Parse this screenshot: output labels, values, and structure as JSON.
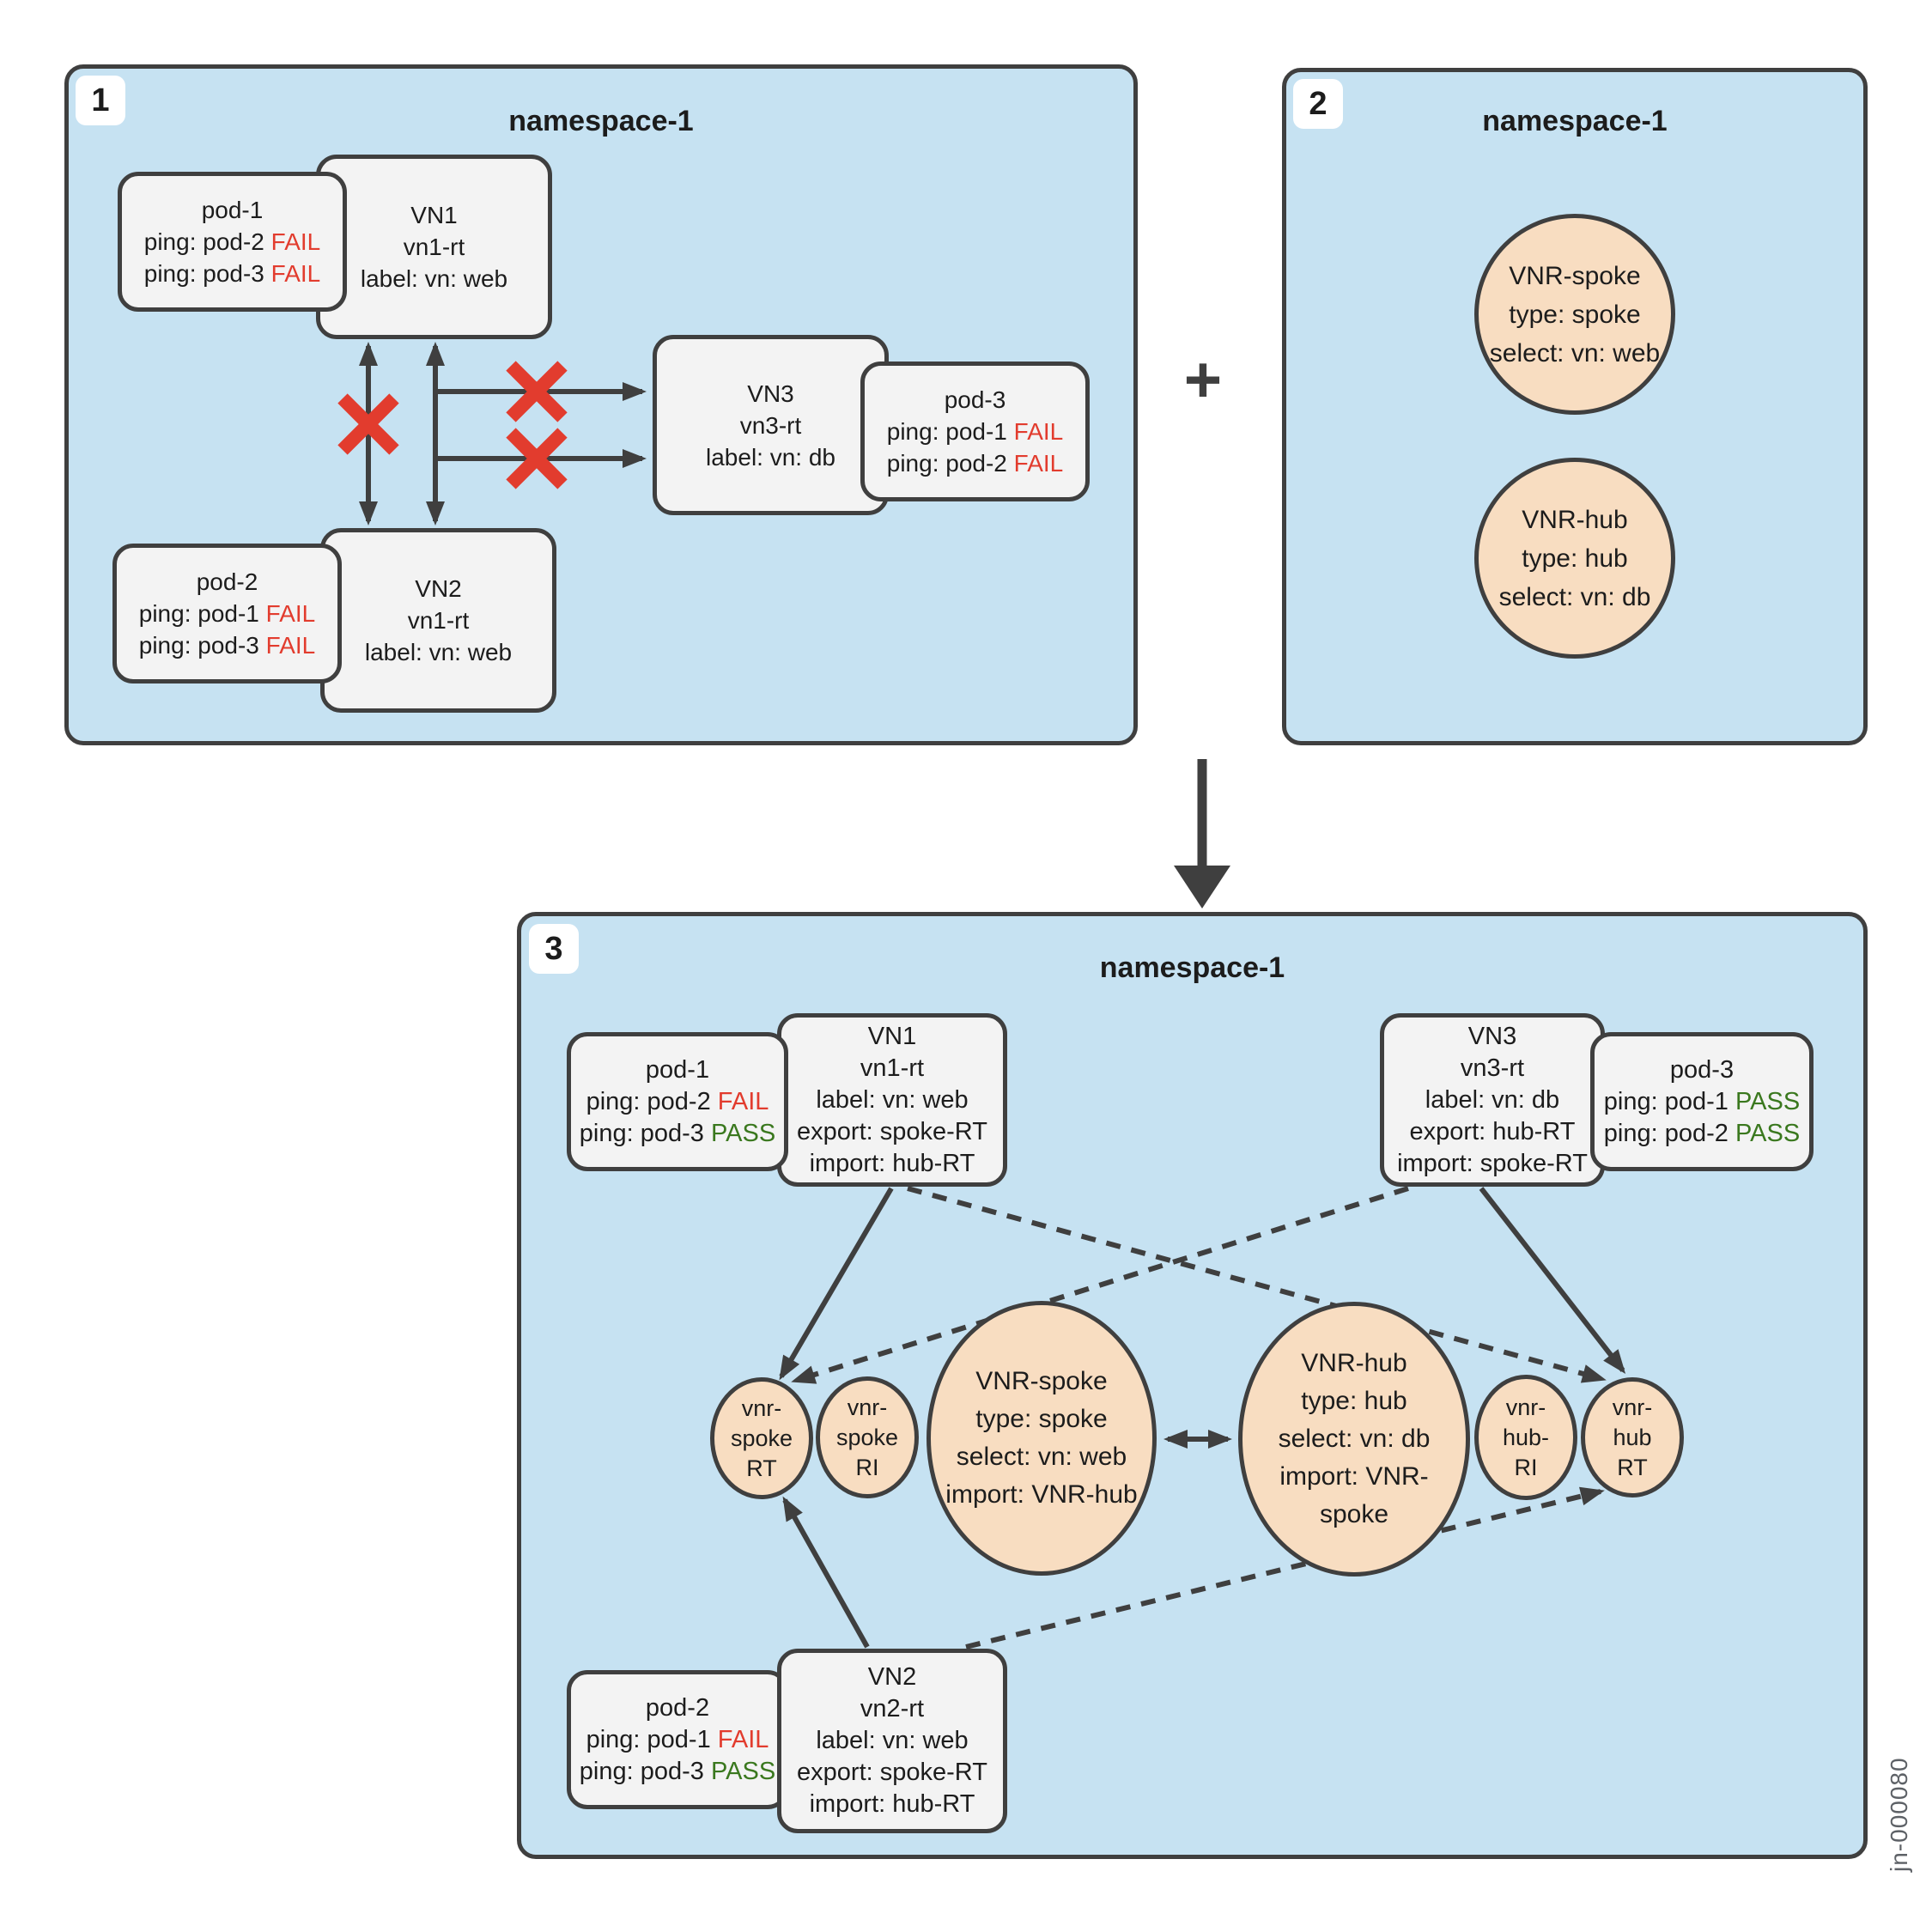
{
  "diagram": {
    "plus": "+",
    "watermark": "jn-000080"
  },
  "colors": {
    "panel_fill": "#c6e2f2",
    "panel_border": "#3f3f3f",
    "node_fill": "#f3f3f3",
    "circle_fill": "#f8ddc1",
    "fail_red": "#e23c2e",
    "pass_green": "#3a781e",
    "connector_gray": "#3f3f3f"
  },
  "panel1": {
    "badge": "1",
    "title": "namespace-1",
    "pod1": {
      "lines": [
        "pod-1",
        {
          "pre": "ping: pod-2",
          "status": "FAIL"
        },
        {
          "pre": "ping: pod-3",
          "status": "FAIL"
        }
      ]
    },
    "vn1": {
      "lines": [
        "VN1",
        "vn1-rt",
        "label: vn: web"
      ]
    },
    "pod2": {
      "lines": [
        "pod-2",
        {
          "pre": "ping: pod-1",
          "status": "FAIL"
        },
        {
          "pre": "ping: pod-3",
          "status": "FAIL"
        }
      ]
    },
    "vn2": {
      "lines": [
        "VN2",
        "vn1-rt",
        "label: vn: web"
      ]
    },
    "vn3": {
      "lines": [
        "VN3",
        "vn3-rt",
        "label: vn: db"
      ]
    },
    "pod3": {
      "lines": [
        "pod-3",
        {
          "pre": "ping: pod-1",
          "status": "FAIL"
        },
        {
          "pre": "ping: pod-2",
          "status": "FAIL"
        }
      ]
    }
  },
  "panel2": {
    "badge": "2",
    "title": "namespace-1",
    "vnr_spoke": {
      "lines": [
        "VNR-spoke",
        "type: spoke",
        "select: vn: web"
      ]
    },
    "vnr_hub": {
      "lines": [
        "VNR-hub",
        "type: hub",
        "select: vn: db"
      ]
    }
  },
  "panel3": {
    "badge": "3",
    "title": "namespace-1",
    "pod1": {
      "lines": [
        "pod-1",
        {
          "pre": "ping: pod-2",
          "status": "FAIL"
        },
        {
          "pre": "ping: pod-3",
          "status": "PASS"
        }
      ]
    },
    "vn1": {
      "lines": [
        "VN1",
        "vn1-rt",
        "label: vn: web",
        "export: spoke-RT",
        "import: hub-RT"
      ]
    },
    "vn3": {
      "lines": [
        "VN3",
        "vn3-rt",
        "label: vn: db",
        "export: hub-RT",
        "import: spoke-RT"
      ]
    },
    "pod3": {
      "lines": [
        "pod-3",
        {
          "pre": "ping: pod-1",
          "status": "PASS"
        },
        {
          "pre": "ping: pod-2",
          "status": "PASS"
        }
      ]
    },
    "vn2": {
      "lines": [
        "VN2",
        "vn2-rt",
        "label: vn: web",
        "export: spoke-RT",
        "import: hub-RT"
      ]
    },
    "pod2": {
      "lines": [
        "pod-2",
        {
          "pre": "ping: pod-1",
          "status": "FAIL"
        },
        {
          "pre": "ping: pod-3",
          "status": "PASS"
        }
      ]
    },
    "vnr_spoke_rt": {
      "lines": [
        "vnr-",
        "spoke",
        "RT"
      ]
    },
    "vnr_spoke_ri": {
      "lines": [
        "vnr-",
        "spoke",
        "RI"
      ]
    },
    "vnr_spoke_big": {
      "lines": [
        "VNR-spoke",
        "type: spoke",
        "select: vn: web",
        "import: VNR-hub"
      ]
    },
    "vnr_hub_big": {
      "lines": [
        "VNR-hub",
        "type: hub",
        "select: vn: db",
        "import: VNR-",
        "spoke"
      ]
    },
    "vnr_hub_ri": {
      "lines": [
        "vnr-",
        "hub-",
        "RI"
      ]
    },
    "vnr_hub_rt": {
      "lines": [
        "vnr-",
        "hub",
        "RT"
      ]
    }
  }
}
